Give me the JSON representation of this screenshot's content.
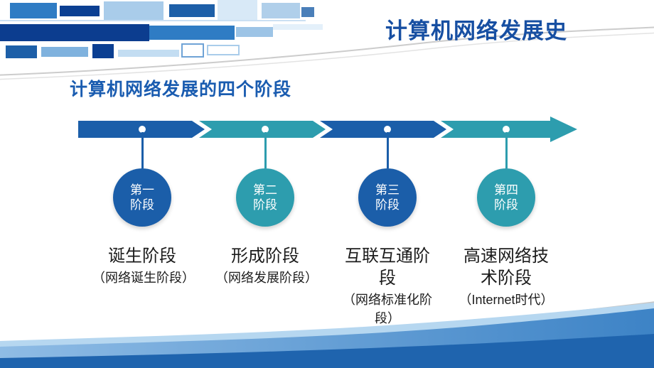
{
  "slide": {
    "title": "计算机网络发展史",
    "subtitle": "计算机网络发展的四个阶段"
  },
  "colors": {
    "primary_blue": "#1b5ea9",
    "teal": "#2d9dae",
    "title_blue": "#174fa2",
    "subtitle_blue": "#1a5cb0",
    "text_dark": "#1c1c1c",
    "footer_dark_blue": "#1f64ae",
    "footer_light_blue": "#b6d7f0"
  },
  "timeline": {
    "stages": [
      {
        "badge": "第一\n阶段",
        "name": "诞生阶段",
        "detail": "（网络诞生阶段）",
        "color": "#1b5ea9"
      },
      {
        "badge": "第二\n阶段",
        "name": "形成阶段",
        "detail": "（网络发展阶段）",
        "color": "#2d9dae"
      },
      {
        "badge": "第三\n阶段",
        "name": "互联互通阶段",
        "detail": "（网络标准化阶段）",
        "color": "#1b5ea9"
      },
      {
        "badge": "第四\n阶段",
        "name": "高速网络技术阶段",
        "detail": "（Internet时代）",
        "color": "#2d9dae"
      }
    ]
  }
}
